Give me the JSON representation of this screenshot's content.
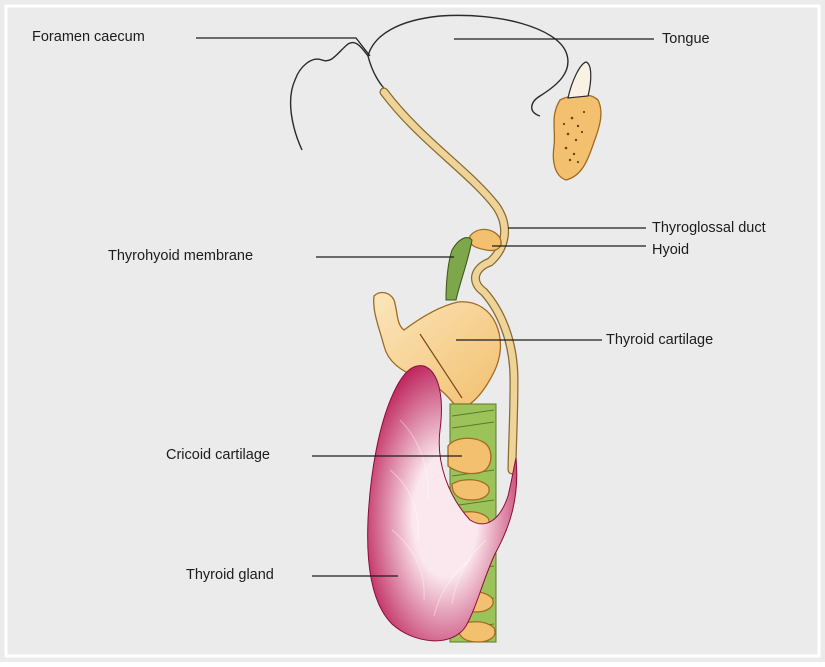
{
  "labels": {
    "foramen_caecum": "Foramen caecum",
    "tongue": "Tongue",
    "thyroglossal_duct": "Thyroglossal duct",
    "hyoid": "Hyoid",
    "thyrohyoid_membrane": "Thyrohyoid membrane",
    "thyroid_cartilage": "Thyroid cartilage",
    "cricoid_cartilage": "Cricoid cartilage",
    "thyroid_gland": "Thyroid gland"
  },
  "colors": {
    "background": "#ebebeb",
    "frame_edge": "#ffffff",
    "cartilage": "#f3c070",
    "cartilage_light": "#fbe6bc",
    "cartilage_outline": "#a06a22",
    "duct": "#efd49a",
    "duct_outline": "#8a6a30",
    "membrane": "#7ea64a",
    "trachea_rings": "#9cc25a",
    "gland_dark": "#b8124e",
    "gland_light": "#fbe8ee",
    "outline": "#2a2a2a",
    "leader_line": "#1c1c1c"
  }
}
